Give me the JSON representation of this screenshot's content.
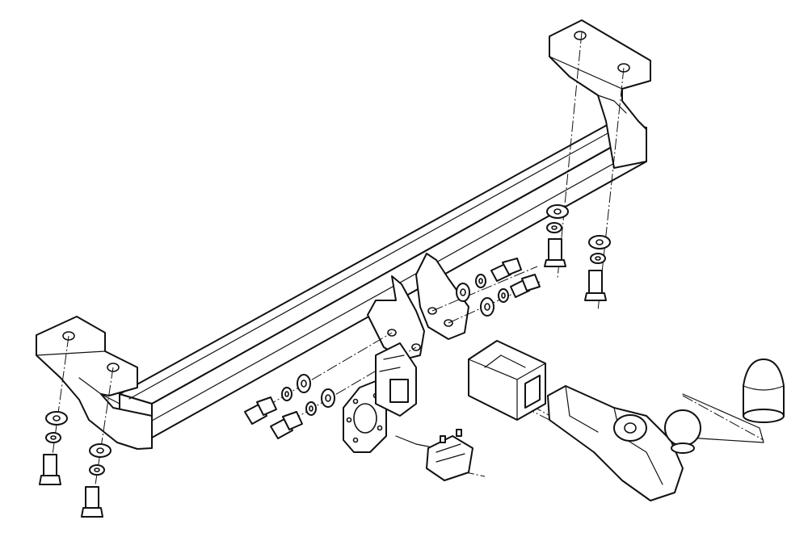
{
  "diagram": {
    "type": "exploded-assembly-drawing",
    "colors": {
      "stroke": "#111111",
      "background": "#ffffff"
    },
    "components": [
      "crossbar",
      "left-mounting-bracket",
      "right-mounting-bracket",
      "center-hitch-plates",
      "bolt-set",
      "washer-set",
      "socket-plate",
      "electrical-socket",
      "connector-plug",
      "coupling-block",
      "tow-ball-neck",
      "tow-ball-cover"
    ]
  }
}
